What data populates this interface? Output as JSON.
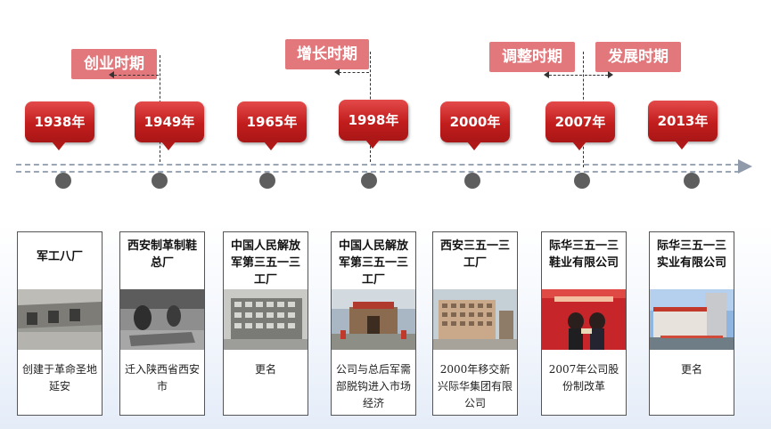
{
  "periods": [
    {
      "label": "创业时期"
    },
    {
      "label": "增长时期"
    },
    {
      "label": "调整时期"
    },
    {
      "label": "发展时期"
    }
  ],
  "years": [
    "1938年",
    "1949年",
    "1965年",
    "1998年",
    "2000年",
    "2007年",
    "2013年"
  ],
  "cards": [
    {
      "title": "军工八厂",
      "desc": "创建于革命圣地延安"
    },
    {
      "title": "西安制革制鞋总厂",
      "desc": "迁入陕西省西安市"
    },
    {
      "title": "中国人民解放军第三五一三工厂",
      "desc": "更名"
    },
    {
      "title": "中国人民解放军第三五一三工厂",
      "desc": "公司与总后军需部脱钩进入市场经济"
    },
    {
      "title": "西安三五一三工厂",
      "desc": "2000年移交新兴际华集团有限公司"
    },
    {
      "title": "际华三五一三鞋业有限公司",
      "desc": "2007年公司股份制改革"
    },
    {
      "title": "际华三五一三实业有限公司",
      "desc": "更名"
    }
  ],
  "colors": {
    "period_bg": "#e2787c",
    "year_badge": "#c21d1d",
    "timeline": "#9aa5b5",
    "dot": "#5e5e5e"
  }
}
